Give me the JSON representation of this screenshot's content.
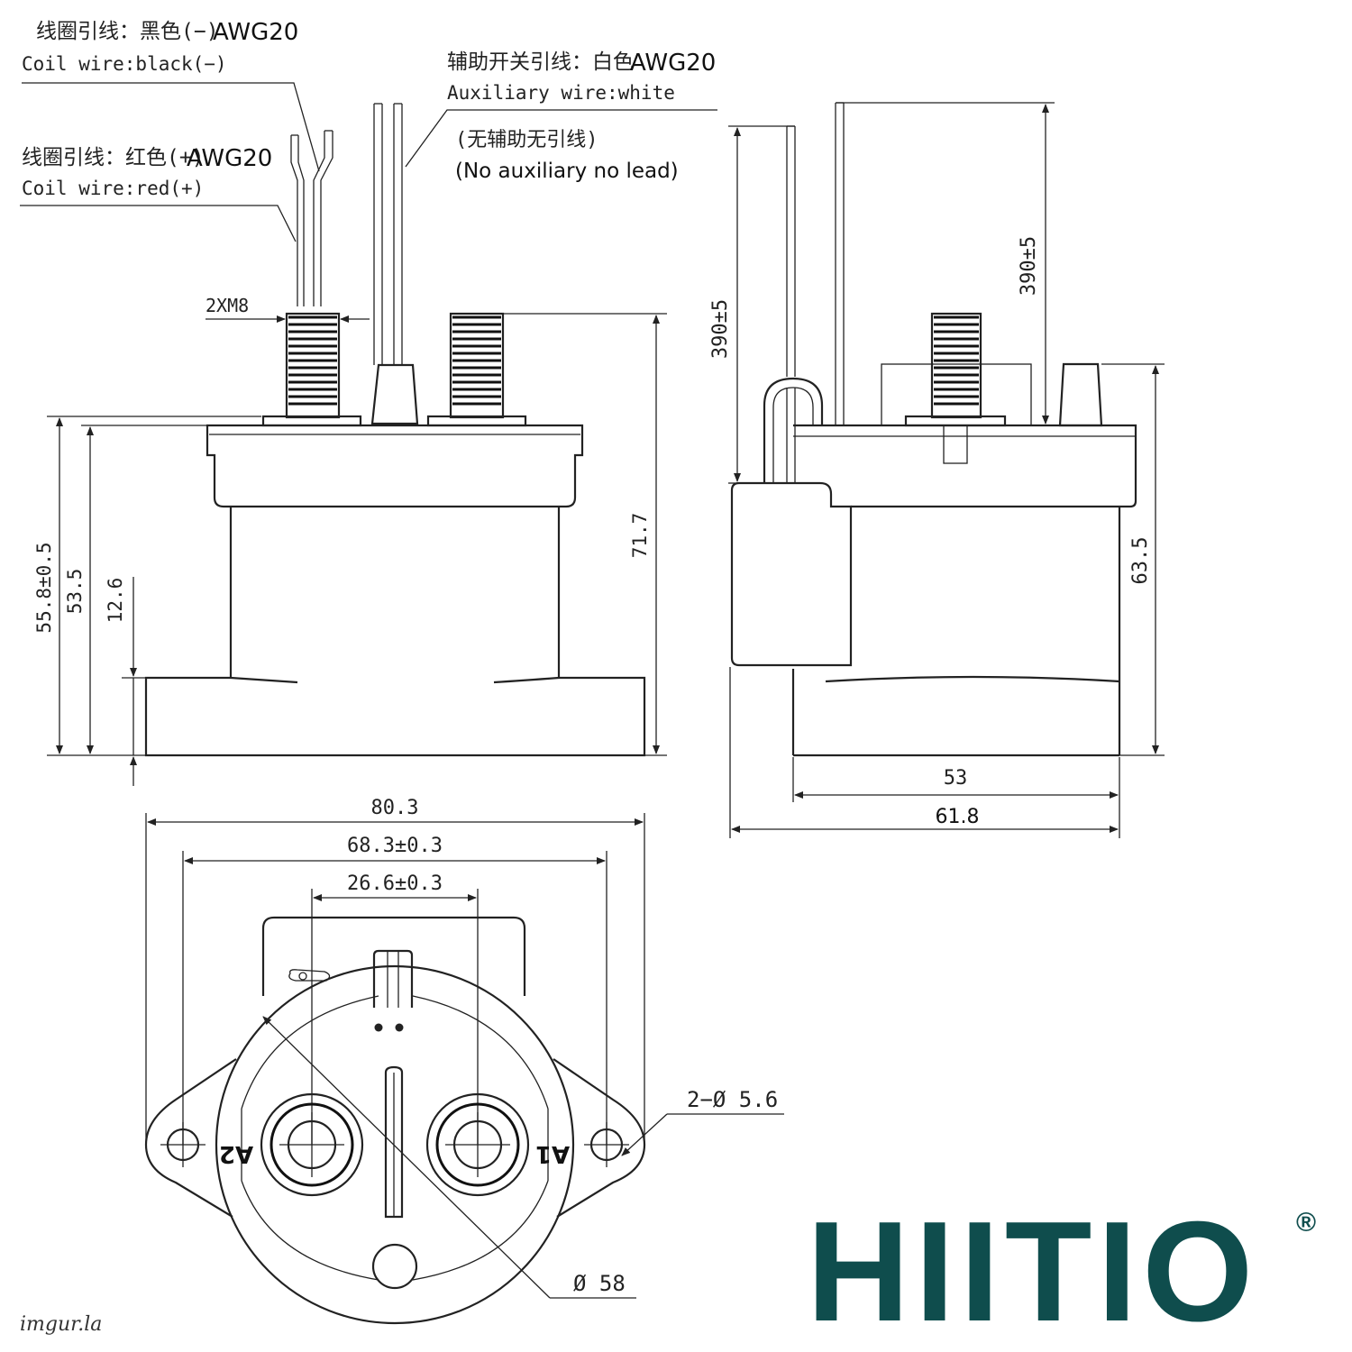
{
  "labels": {
    "coil_black_cn": "线圈引线：黑色(−)",
    "coil_black_awg": "AWG20",
    "coil_black_en": "Coil  wire:black(−)",
    "coil_red_cn": "线圈引线：红色(+)",
    "coil_red_awg": "AWG20",
    "coil_red_en": "Coil  wire:red(+)",
    "aux_cn": "辅助开关引线：白色",
    "aux_awg": "AWG20",
    "aux_en": "Auxiliary  wire:white",
    "no_aux_cn": "(无辅助无引线)",
    "no_aux_en": "(No auxiliary no lead)",
    "thread": "2XM8",
    "dim_558": "55.8±0.5",
    "dim_535": "53.5",
    "dim_126": "12.6",
    "dim_717": "71.7",
    "dim_390_left": "390±5",
    "dim_390_right": "390±5",
    "dim_635": "63.5",
    "dim_53": "53",
    "dim_618": "61.8",
    "dim_803": "80.3",
    "dim_683": "68.3±0.3",
    "dim_266": "26.6±0.3",
    "dim_hole": "2−Ø 5.6",
    "dim_dia": "Ø 58",
    "terminal_a1": "A1",
    "terminal_a2": "A2"
  },
  "brand": {
    "name": "HIITIO",
    "registered": "®",
    "color": "#0f4d4d"
  },
  "watermark": "imgur.la"
}
